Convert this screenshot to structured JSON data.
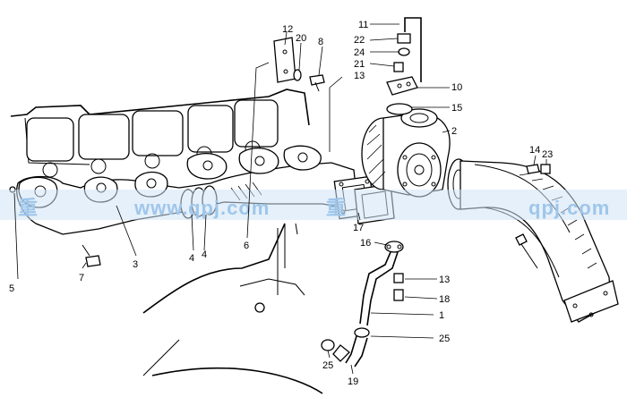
{
  "watermark": {
    "texts": [
      "重",
      "www.",
      "qpj.com",
      "重",
      "qpj.com"
    ],
    "band_color": "#cfe3f5",
    "text_color": "#9fc6ea"
  },
  "callouts": [
    {
      "id": "c1",
      "label": "1"
    },
    {
      "id": "c2",
      "label": "2"
    },
    {
      "id": "c3",
      "label": "3"
    },
    {
      "id": "c4a",
      "label": "4"
    },
    {
      "id": "c4b",
      "label": "4"
    },
    {
      "id": "c5",
      "label": "5"
    },
    {
      "id": "c6",
      "label": "6"
    },
    {
      "id": "c7",
      "label": "7"
    },
    {
      "id": "c8",
      "label": "8"
    },
    {
      "id": "c10",
      "label": "10"
    },
    {
      "id": "c11",
      "label": "11"
    },
    {
      "id": "c12",
      "label": "12"
    },
    {
      "id": "c13a",
      "label": "13"
    },
    {
      "id": "c13b",
      "label": "13"
    },
    {
      "id": "c14",
      "label": "14"
    },
    {
      "id": "c15",
      "label": "15"
    },
    {
      "id": "c16",
      "label": "16"
    },
    {
      "id": "c17",
      "label": "17"
    },
    {
      "id": "c18",
      "label": "18"
    },
    {
      "id": "c19",
      "label": "19"
    },
    {
      "id": "c20",
      "label": "20"
    },
    {
      "id": "c21",
      "label": "21"
    },
    {
      "id": "c22",
      "label": "22"
    },
    {
      "id": "c23",
      "label": "23"
    },
    {
      "id": "c24",
      "label": "24"
    },
    {
      "id": "c25a",
      "label": "25"
    },
    {
      "id": "c25b",
      "label": "25"
    }
  ]
}
